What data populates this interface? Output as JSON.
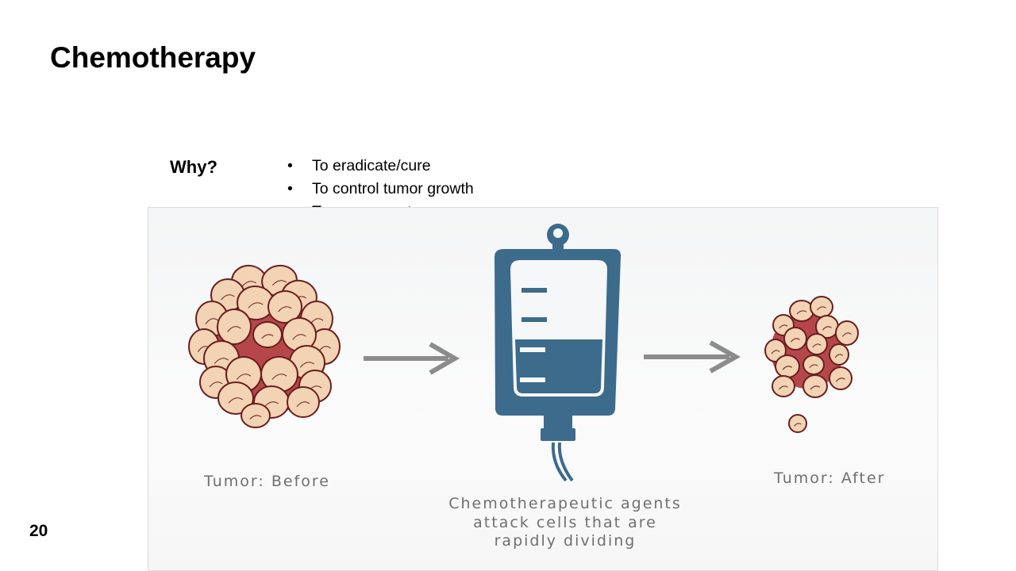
{
  "slide": {
    "title": "Chemotherapy",
    "why_label": "Why?",
    "bullets": [
      "To eradicate/cure",
      "To control tumor growth",
      "To ease symptoms"
    ],
    "page_number": "20"
  },
  "illustration": {
    "caption_before": "Tumor: Before",
    "caption_after": "Tumor: After",
    "caption_agents_lines": [
      "Chemotherapeutic agents",
      "attack cells that are",
      "rapidly dividing"
    ],
    "colors": {
      "cell_fill": "#f2d3b4",
      "cell_stroke": "#6b1e1e",
      "tumor_core": "#b5474b",
      "iv_bag": "#3d6b8c",
      "arrow": "#8c8c8c"
    }
  }
}
